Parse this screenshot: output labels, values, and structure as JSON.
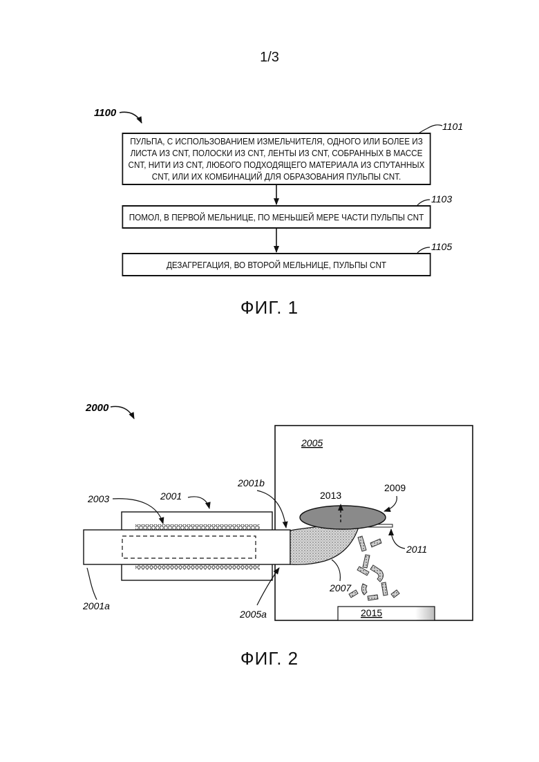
{
  "page": {
    "sheet_number": "1/3"
  },
  "figure1": {
    "caption": "ФИГ. 1",
    "ref": "1100",
    "steps": [
      {
        "ref": "1101",
        "text": "ПУЛЬПА, С ИСПОЛЬЗОВАНИЕМ ИЗМЕЛЬЧИТЕЛЯ, ОДНОГО ИЛИ БОЛЕЕ ИЗ ЛИСТА ИЗ CNT, ПОЛОСКИ ИЗ CNT, ЛЕНТЫ ИЗ CNT, СОБРАННЫХ В МАССЕ CNT, НИТИ ИЗ CNT, ЛЮБОГО ПОДХОДЯЩЕГО МАТЕРИАЛА ИЗ СПУТАННЫХ CNT, ИЛИ ИХ КОМБИНАЦИЙ ДЛЯ ОБРАЗОВАНИЯ ПУЛЬПЫ CNT."
      },
      {
        "ref": "1103",
        "text": "ПОМОЛ, В ПЕРВОЙ МЕЛЬНИЦЕ, ПО МЕНЬШЕЙ МЕРЕ ЧАСТИ ПУЛЬПЫ CNT"
      },
      {
        "ref": "1105",
        "text": "ДЕЗАГРЕГАЦИЯ, ВО ВТОРОЙ МЕЛЬНИЦЕ, ПУЛЬПЫ CNT"
      }
    ]
  },
  "figure2": {
    "caption": "ФИГ. 2",
    "ref": "2000",
    "labels": {
      "l2001": "2001",
      "l2001a": "2001a",
      "l2001b": "2001b",
      "l2003": "2003",
      "l2005": "2005",
      "l2005a": "2005a",
      "l2007": "2007",
      "l2009": "2009",
      "l2011": "2011",
      "l2013": "2013",
      "l2015": "2015"
    }
  }
}
